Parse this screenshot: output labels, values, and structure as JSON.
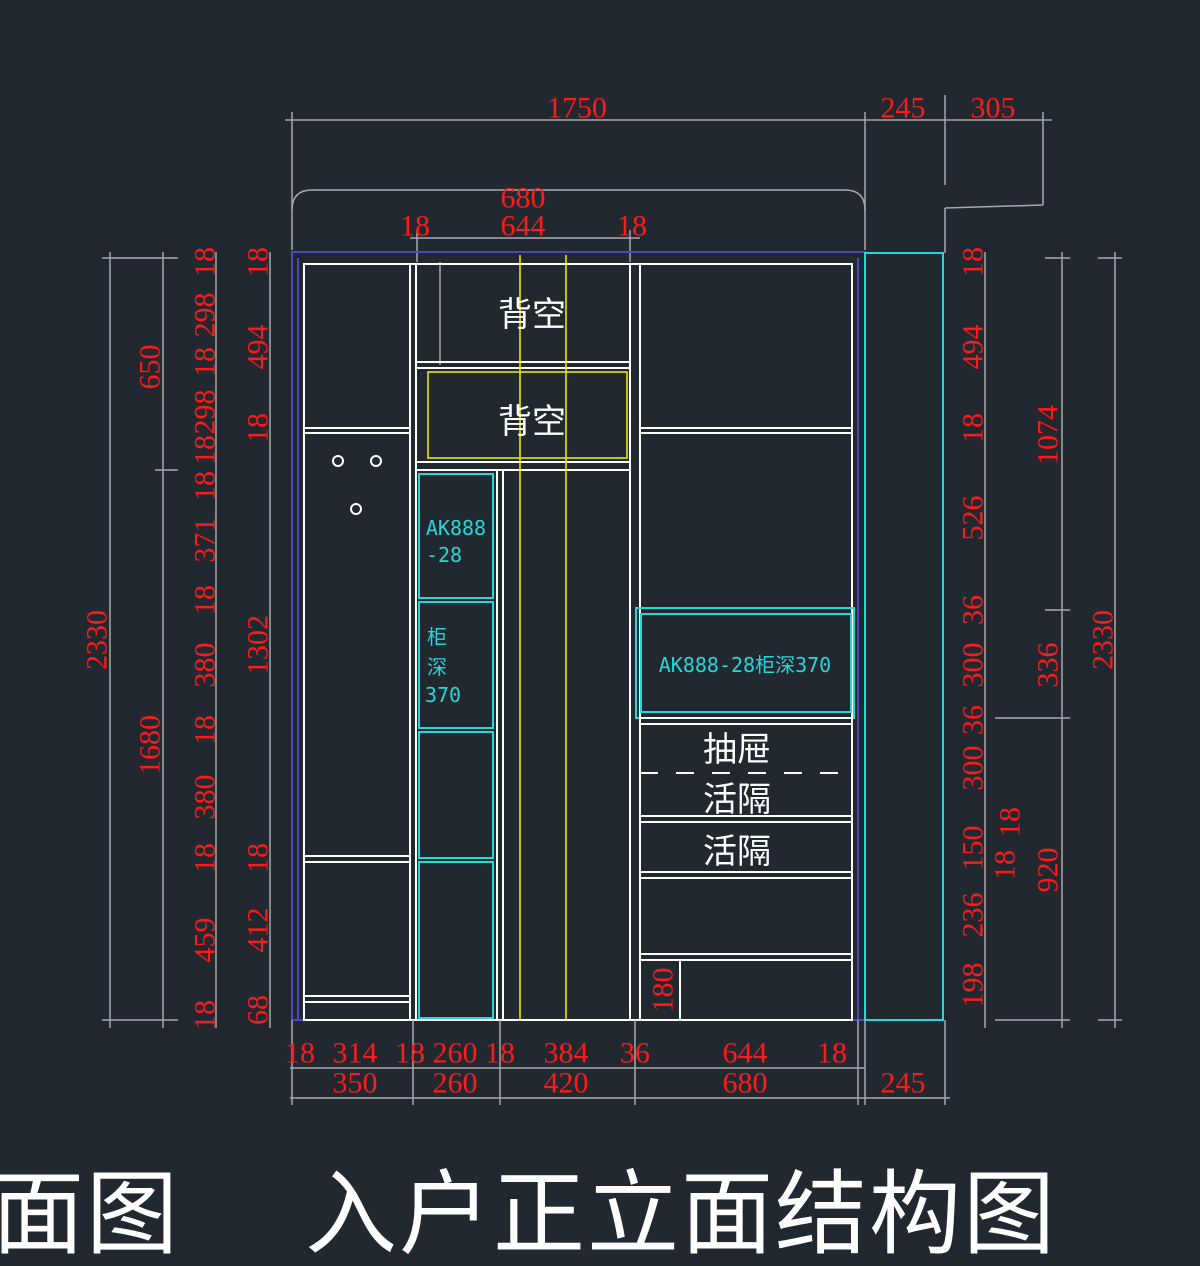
{
  "title": {
    "partial": "面图",
    "main": "入户正立面结构图"
  },
  "top_dims": {
    "overall": "1750",
    "side": "245",
    "step": "305",
    "mid_width": "680",
    "mid_left": "18",
    "mid_inner": "644",
    "mid_right": "18"
  },
  "left_dims": {
    "total": "2330",
    "upper": "650",
    "lower": "1680",
    "col_a": [
      "18",
      "298",
      "18",
      "298",
      "18",
      "18",
      "371",
      "18",
      "380",
      "18",
      "380",
      "18",
      "459",
      "18"
    ],
    "col_b": [
      "18",
      "494",
      "18",
      "1302",
      "18",
      "412",
      "68"
    ]
  },
  "right_dims": {
    "col_a": [
      "18",
      "494",
      "18",
      "526",
      "36",
      "300",
      "36",
      "300",
      "150",
      "236",
      "198"
    ],
    "extra": [
      "18",
      "18"
    ],
    "col_b": [
      "1074",
      "336",
      "920"
    ],
    "total": "2330"
  },
  "bottom_dims": {
    "row1": [
      "18",
      "314",
      "18",
      "260",
      "18",
      "384",
      "36",
      "644",
      "18"
    ],
    "row2": [
      "350",
      "260",
      "420",
      "680",
      "245"
    ]
  },
  "inner_dims": {
    "step_height": "180"
  },
  "labels": {
    "back_empty_1": "背空",
    "back_empty_2": "背空",
    "ak_a": "AK888",
    "ak_b": "-28",
    "depth_1": "柜",
    "depth_2": "深",
    "depth_3": "370",
    "ak_right": "AK888-28柜深370",
    "drawer": "抽屉",
    "shelf_1": "活隔",
    "shelf_2": "活隔"
  },
  "colors": {
    "background": "#212830",
    "dimension": "#ff1a1a",
    "cyan": "#27d6d6",
    "yellow": "#e6e600",
    "frame": "#4a4ab8"
  }
}
